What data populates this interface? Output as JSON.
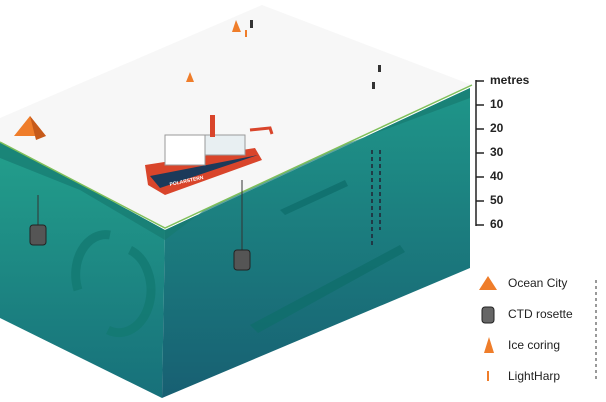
{
  "scale": {
    "unit": "metres",
    "ticks": [
      "10",
      "20",
      "30",
      "40",
      "50",
      "60"
    ]
  },
  "ship_name": "POLARSTERN",
  "legend": [
    {
      "label": "Ocean City",
      "icon": "ocean-city-icon"
    },
    {
      "label": "CTD rosette",
      "icon": "ctd-rosette-icon"
    },
    {
      "label": "Ice coring",
      "icon": "ice-coring-icon"
    },
    {
      "label": "LightHarp",
      "icon": "lightharp-icon"
    }
  ],
  "colors": {
    "ice": "#f7f7f7",
    "water_front": "#1e8f86",
    "water_side": "#18707a",
    "ocean_city": "#ef7d2a",
    "ship_red": "#d9452b"
  }
}
